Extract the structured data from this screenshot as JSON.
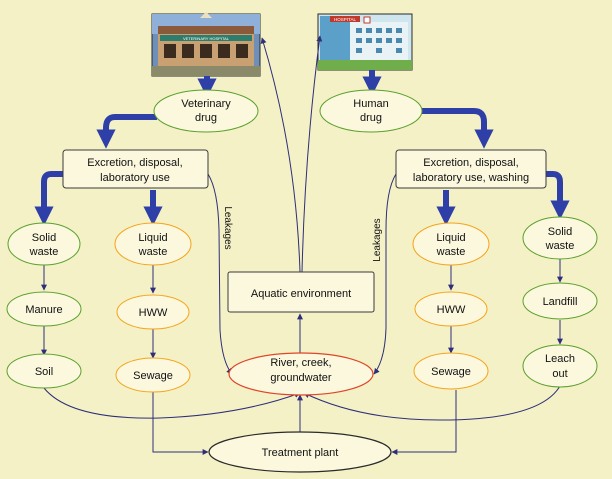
{
  "images": {
    "vet_hospital_sign": "VETERINARY HOSPITAL",
    "human_hospital_sign": "HOSPITAL"
  },
  "nodes": {
    "veterinary_drug": [
      "Veterinary",
      "drug"
    ],
    "human_drug": [
      "Human",
      "drug"
    ],
    "excretion_left": [
      "Excretion, disposal,",
      "laboratory use"
    ],
    "excretion_right": [
      "Excretion, disposal,",
      "laboratory use, washing"
    ],
    "solid_waste_left": [
      "Solid",
      "waste"
    ],
    "liquid_waste_left": [
      "Liquid",
      "waste"
    ],
    "liquid_waste_right": [
      "Liquid",
      "waste"
    ],
    "solid_waste_right": [
      "Solid",
      "waste"
    ],
    "manure": [
      "Manure"
    ],
    "hww_left": [
      "HWW"
    ],
    "hww_right": [
      "HWW"
    ],
    "landfill": [
      "Landfill"
    ],
    "soil": [
      "Soil"
    ],
    "sewage_left": [
      "Sewage"
    ],
    "sewage_right": [
      "Sewage"
    ],
    "leach_out": [
      "Leach",
      "out"
    ],
    "aquatic_environment": [
      "Aquatic environment"
    ],
    "river": [
      "River, creek,",
      "groundwater"
    ],
    "treatment_plant": [
      "Treatment plant"
    ]
  },
  "edge_labels": {
    "leakages_left": "Leakages",
    "leakages_right": "Leakages"
  },
  "colors": {
    "background": "#f4f1c6",
    "green_outline": "#5aa02c",
    "orange_outline": "#f5a31a",
    "red_outline": "#e0452a",
    "thick_arrow": "#2f3fa8",
    "thin_line": "#2e2e7a"
  }
}
